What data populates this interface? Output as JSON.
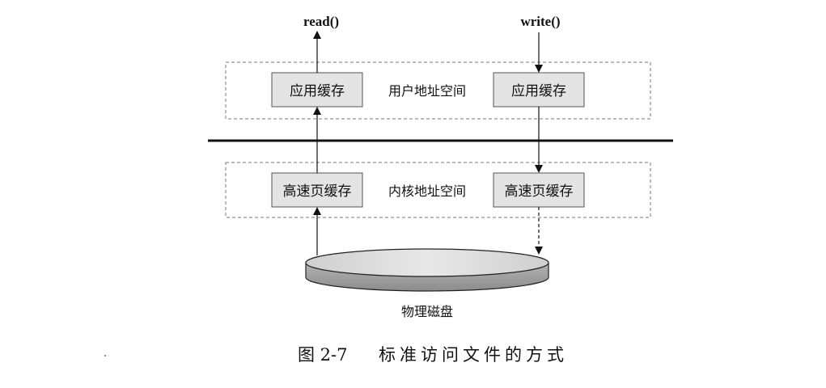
{
  "calls": {
    "read": "read()",
    "write": "write()"
  },
  "user_space": {
    "label": "用户地址空间",
    "left_buffer": "应用缓存",
    "right_buffer": "应用缓存"
  },
  "kernel_space": {
    "label": "内核地址空间",
    "left_cache": "高速页缓存",
    "right_cache": "高速页缓存"
  },
  "disk": {
    "label": "物理磁盘"
  },
  "caption": {
    "number": "图 2-7",
    "title": "标准访问文件的方式"
  },
  "colors": {
    "box_fill": "#e4e4e4",
    "box_stroke": "#555555",
    "region_stroke": "#7a7a7a",
    "divider": "#111111",
    "disk_top": "#dcdcdc",
    "disk_side": "#9a9a9a"
  }
}
